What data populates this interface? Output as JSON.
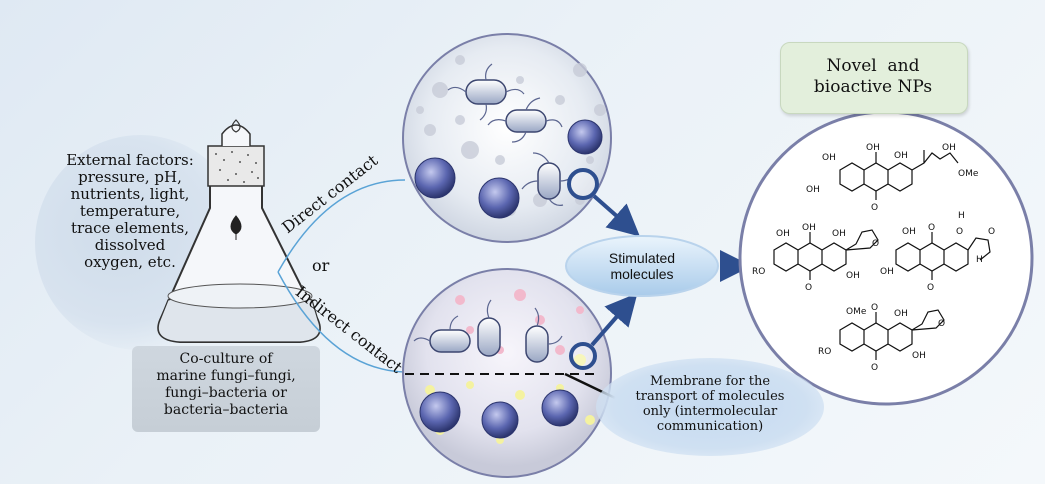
{
  "external_factors": [
    "External factors:",
    "pressure, pH,",
    "nutrients, light,",
    "temperature,",
    "trace elements,",
    "dissolved",
    "oxygen, etc."
  ],
  "coculture_caption": [
    "Co-culture of",
    "marine fungi–fungi,",
    "fungi–bacteria or",
    "bacteria–bacteria"
  ],
  "direct_contact": "Direct contact",
  "or": "or",
  "indirect_contact": "Indirect contact",
  "stimulated_molecules": [
    "Stimulated",
    "molecules"
  ],
  "membrane_note": [
    "Membrane for the",
    "transport of molecules",
    "only (intermolecular",
    "communication)"
  ],
  "novel_title": [
    "Novel  and",
    "bioactive NPs"
  ],
  "structure_labels": {
    "oh": "OH",
    "o": "O",
    "ome": "OMe",
    "ro": "RO",
    "h": "H"
  },
  "colors": {
    "arrow": "#2e4f8f",
    "circle_border": "#7a7fa8",
    "connector": "#5aa3d6",
    "stimulated_fill": "#d3e6f7",
    "novel_fill": "#e3efdc"
  }
}
